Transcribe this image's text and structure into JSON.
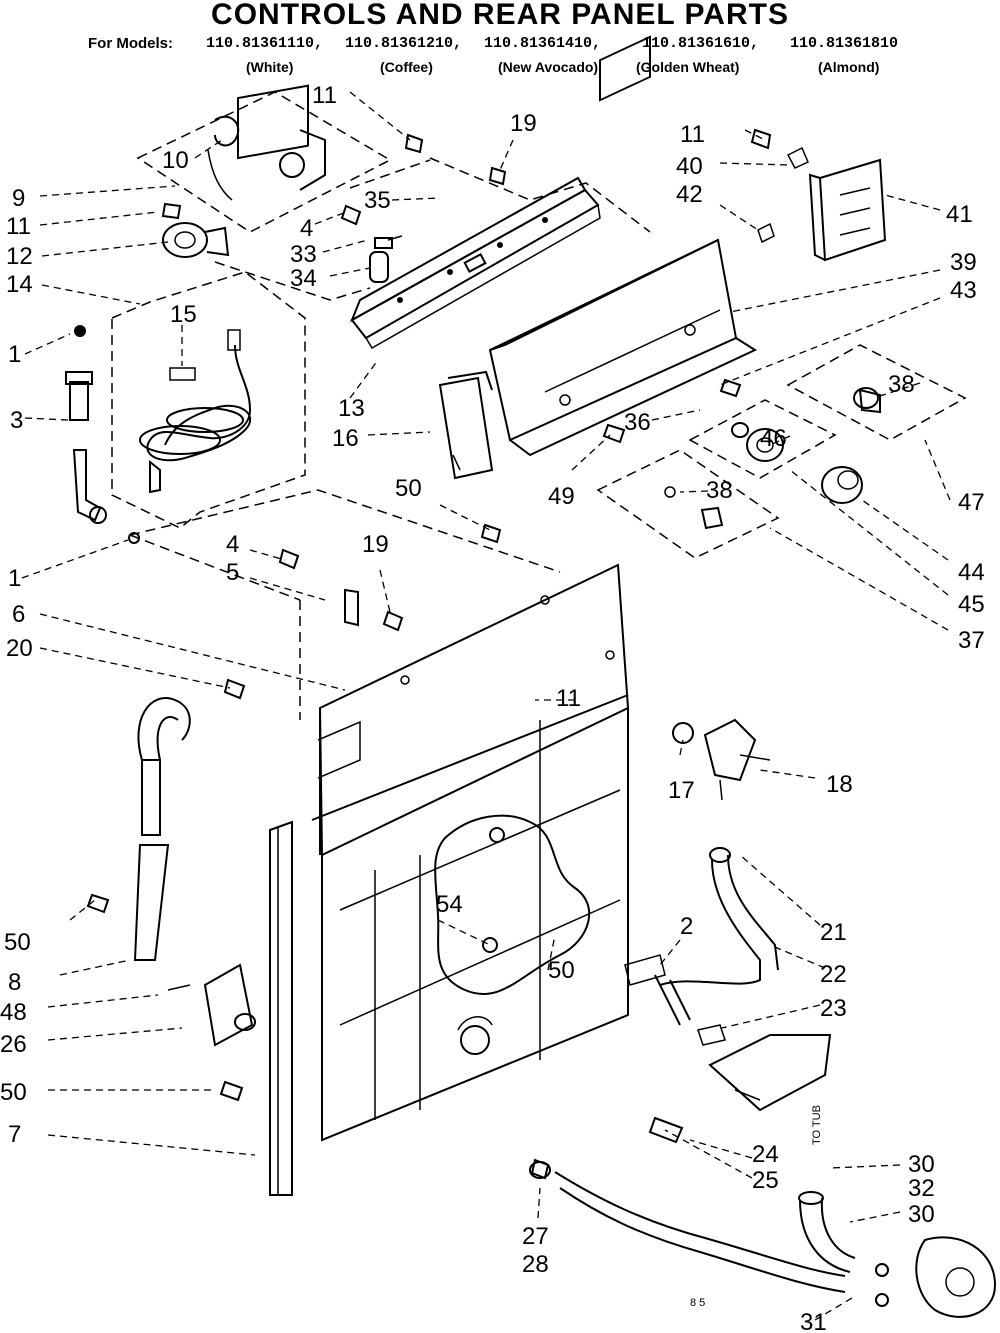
{
  "header": {
    "title": "CONTROLS AND REAR PANEL PARTS",
    "models_prefix": "For Models:",
    "models": [
      {
        "number": "110.81361110,",
        "color": "(White)"
      },
      {
        "number": "110.81361210,",
        "color": "(Coffee)"
      },
      {
        "number": "110.81361410,",
        "color": "(New Avocado)"
      },
      {
        "number": "110.81361610,",
        "color": "(Golden Wheat)"
      },
      {
        "number": "110.81361810",
        "color": "(Almond)"
      }
    ]
  },
  "callouts": {
    "c11a": "11",
    "c19a": "19",
    "c10": "10",
    "c9": "9",
    "c11b": "11",
    "c12": "12",
    "c35": "35",
    "c4a": "4",
    "c33": "33",
    "c34": "34",
    "c14": "14",
    "c15": "15",
    "c1a": "1",
    "c3": "3",
    "c13": "13",
    "c16": "16",
    "c50a": "50",
    "c1b": "1",
    "c4b": "4",
    "c5": "5",
    "c19b": "19",
    "c6": "6",
    "c20": "20",
    "c11c": "11",
    "c40": "40",
    "c11d": "11",
    "c42": "42",
    "c41": "41",
    "c39": "39",
    "c43": "43",
    "c38a": "38",
    "c36": "36",
    "c46": "46",
    "c49": "49",
    "c38b": "38",
    "c47": "47",
    "c44": "44",
    "c45": "45",
    "c37": "37",
    "c17": "17",
    "c18": "18",
    "c21": "21",
    "c2": "2",
    "c22": "22",
    "c54": "54",
    "c50b": "50",
    "c23": "23",
    "c50c": "50",
    "c8": "8",
    "c48": "48",
    "c26": "26",
    "c50d": "50",
    "c7": "7",
    "c24": "24",
    "c25": "25",
    "c30a": "30",
    "c32": "32",
    "c30b": "30",
    "c27": "27",
    "c28": "28",
    "c31": "31",
    "side_note": "TO TUB",
    "page_code": "8 5"
  },
  "colors": {
    "ink": "#000000",
    "paper": "#ffffff"
  }
}
